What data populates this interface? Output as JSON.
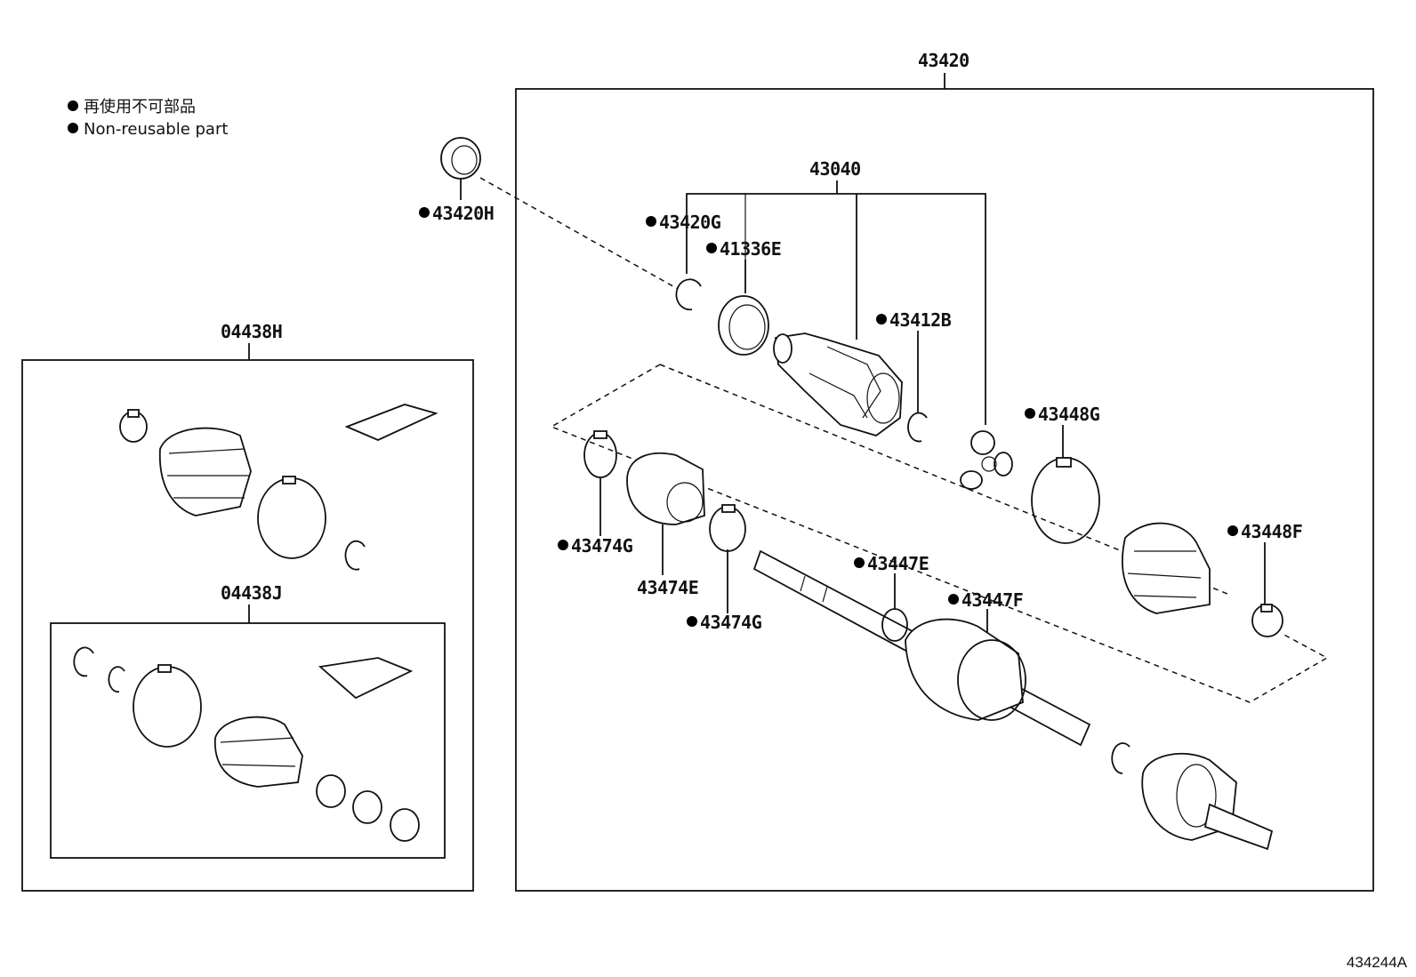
{
  "legend": {
    "japanese": "再使用不可部品",
    "english": "Non-reusable part"
  },
  "labels": {
    "main_assembly": "43420",
    "inboard_joint": "43040",
    "boot_kit_outboard": "04438H",
    "boot_kit_inboard": "04438J",
    "p43420H": "43420H",
    "p43420G": "43420G",
    "p41336E": "41336E",
    "p43412B": "43412B",
    "p43448G": "43448G",
    "p43448F": "43448F",
    "p43474G_top": "43474G",
    "p43474E": "43474E",
    "p43474G_bottom": "43474G",
    "p43447E": "43447E",
    "p43447F": "43447F"
  },
  "non_reusable_marked": [
    "43420H",
    "43420G",
    "41336E",
    "43412B",
    "43448G",
    "43448F",
    "43474G",
    "43474G",
    "43447E",
    "43447F"
  ],
  "figure_code": "434244A"
}
